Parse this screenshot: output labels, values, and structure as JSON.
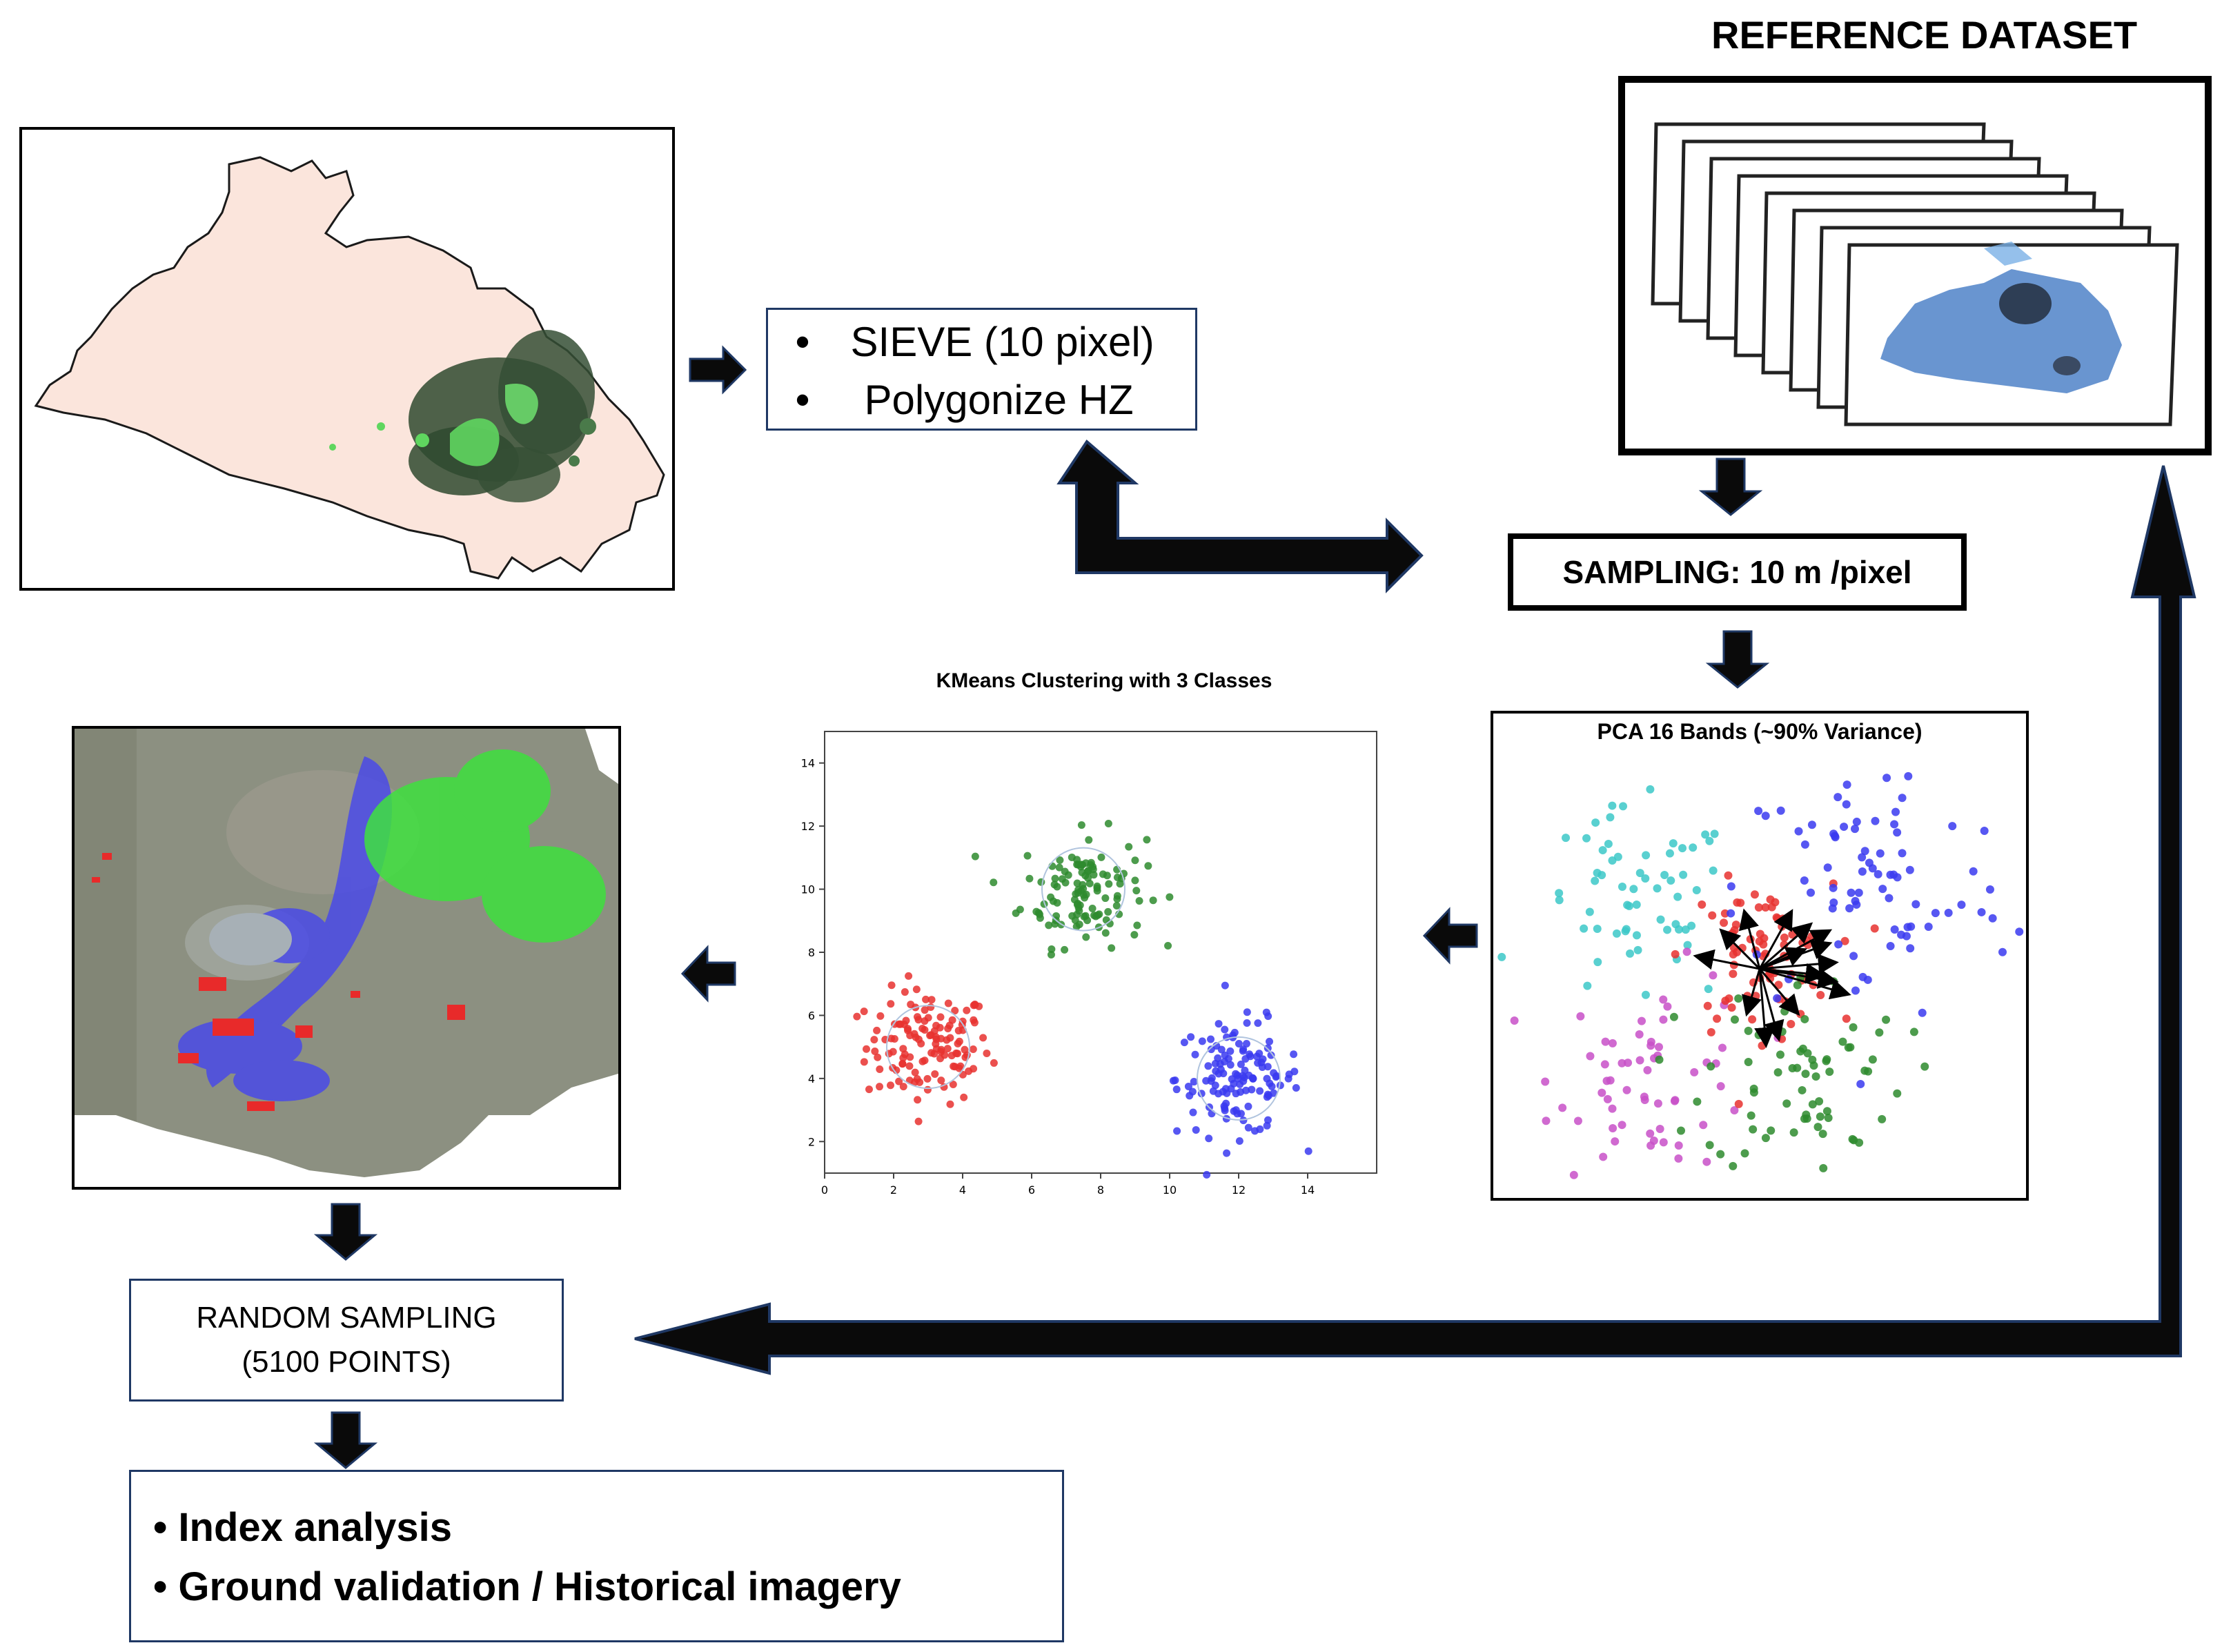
{
  "reference": {
    "title": "REFERENCE DATASET"
  },
  "sieve": {
    "items": [
      "SIEVE (10 pixel)",
      "Polygonize HZ"
    ]
  },
  "sampling": {
    "label": "SAMPLING: 10 m /pixel"
  },
  "pca": {
    "title": "PCA 16 Bands (~90% Variance)"
  },
  "kmeans": {
    "title": "KMeans Clustering with 3 Classes",
    "x_ticks": [
      "0",
      "2",
      "4",
      "6",
      "8",
      "10",
      "12",
      "14"
    ],
    "y_ticks": [
      "2",
      "4",
      "6",
      "8",
      "10",
      "12",
      "14"
    ]
  },
  "random_sampling": {
    "line1": "RANDOM SAMPLING",
    "line2": "(5100 POINTS)"
  },
  "final": {
    "items": [
      "Index analysis",
      "Ground validation / Historical imagery"
    ]
  },
  "colors": {
    "cluster_red": "#e8312f",
    "cluster_green": "#2e8b2e",
    "cluster_blue": "#3a3af0",
    "pca_cyan": "#3cc8c8",
    "pca_magenta": "#c850c8",
    "region_fill": "#fbe5dc",
    "vegetation": "#5fd65f",
    "arrow": "#0a0a0a",
    "box_border": "#1f3864"
  },
  "chart_data": [
    {
      "type": "scatter",
      "title": "KMeans Clustering with 3 Classes",
      "xlim": [
        0,
        16
      ],
      "ylim": [
        1,
        15
      ],
      "xticks": [
        0,
        2,
        4,
        6,
        8,
        10,
        12,
        14
      ],
      "yticks": [
        2,
        4,
        6,
        8,
        10,
        12,
        14
      ],
      "series": [
        {
          "color": "#e8312f",
          "center": [
            3,
            5
          ],
          "spread": 0.9,
          "count": 130
        },
        {
          "color": "#2e8b2e",
          "center": [
            7.5,
            10
          ],
          "spread": 0.9,
          "count": 120
        },
        {
          "color": "#3a3af0",
          "center": [
            12,
            4
          ],
          "spread": 0.9,
          "count": 130
        }
      ]
    },
    {
      "type": "scatter",
      "title": "PCA 16 Bands (~90% Variance)",
      "series": [
        {
          "color": "#3cc8c8",
          "center": [
            -0.55,
            0.25
          ],
          "spread": 0.22,
          "count": 60
        },
        {
          "color": "#c850c8",
          "center": [
            -0.45,
            -0.45
          ],
          "spread": 0.22,
          "count": 60
        },
        {
          "color": "#e8312f",
          "center": [
            0.0,
            0.05
          ],
          "spread": 0.16,
          "count": 80
        },
        {
          "color": "#3a3af0",
          "center": [
            0.5,
            0.35
          ],
          "spread": 0.3,
          "count": 80
        },
        {
          "color": "#2e8b2e",
          "center": [
            0.2,
            -0.45
          ],
          "spread": 0.22,
          "count": 70
        }
      ],
      "loading_vectors": [
        [
          -0.12,
          0.45
        ],
        [
          -0.3,
          0.3
        ],
        [
          -0.5,
          0.1
        ],
        [
          0.35,
          0.15
        ],
        [
          0.55,
          0.3
        ],
        [
          0.6,
          0.05
        ],
        [
          0.5,
          -0.05
        ],
        [
          0.7,
          -0.2
        ],
        [
          0.3,
          -0.35
        ],
        [
          0.15,
          -0.55
        ],
        [
          0.05,
          -0.6
        ],
        [
          -0.1,
          -0.35
        ],
        [
          0.4,
          0.35
        ],
        [
          0.25,
          0.45
        ],
        [
          0.55,
          0.2
        ],
        [
          0.6,
          -0.1
        ]
      ]
    }
  ]
}
